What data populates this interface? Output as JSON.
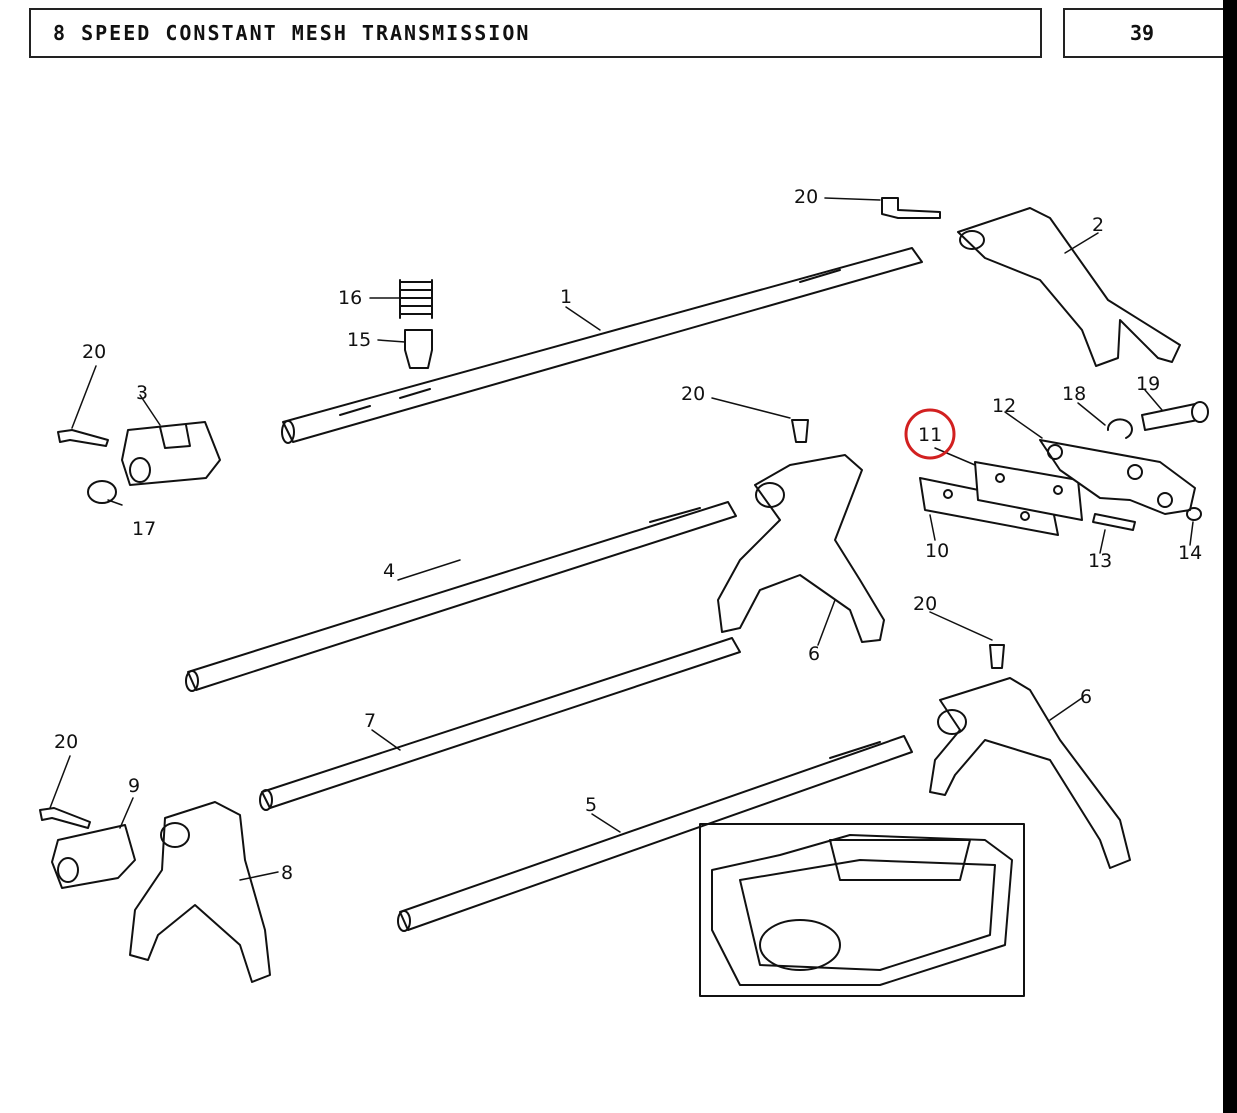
{
  "header": {
    "title": "8 SPEED CONSTANT MESH TRANSMISSION",
    "page_number": "39"
  },
  "highlight": {
    "label": "11",
    "color": "#d22020"
  },
  "callouts": {
    "c1": "1",
    "c2": "2",
    "c3": "3",
    "c4": "4",
    "c5": "5",
    "c6a": "6",
    "c6b": "6",
    "c7": "7",
    "c8": "8",
    "c9": "9",
    "c10": "10",
    "c12": "12",
    "c13": "13",
    "c14": "14",
    "c15": "15",
    "c16": "16",
    "c17": "17",
    "c18": "18",
    "c19": "19",
    "c20a": "20",
    "c20b": "20",
    "c20c": "20",
    "c20d": "20",
    "c20e": "20"
  }
}
